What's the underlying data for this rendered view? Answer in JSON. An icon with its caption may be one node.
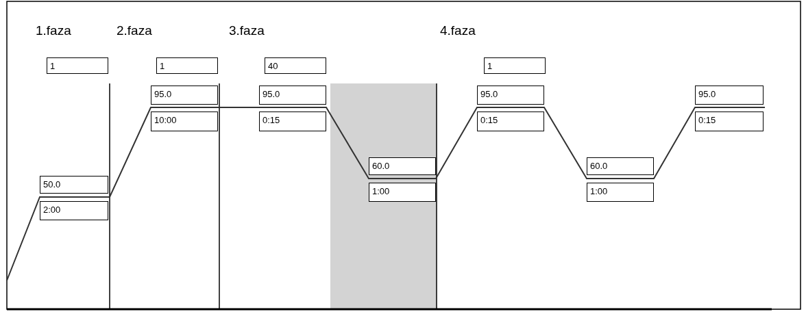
{
  "diagram": {
    "nodes": [
      {
        "text": [
          "1"
        ]
      },
      {
        "text": [
          "1"
        ]
      },
      {
        "text": [
          "40"
        ]
      },
      {
        "text": [
          "1"
        ]
      },
      {
        "text": [
          "50.0"
        ]
      },
      {
        "text": [
          "2:00"
        ]
      },
      {
        "text": [
          "95.0"
        ]
      },
      {
        "text": [
          "10:00"
        ]
      },
      {
        "text": [
          "95.0"
        ]
      },
      {
        "text": [
          "0:15"
        ]
      },
      {
        "text": [
          "60.0"
        ]
      },
      {
        "text": [
          "1:00"
        ]
      },
      {
        "text": [
          "95.0"
        ]
      },
      {
        "text": [
          "0:15"
        ]
      },
      {
        "text": [
          "60.0"
        ]
      },
      {
        "text": [
          "1:00"
        ]
      },
      {
        "text": [
          "95.0"
        ]
      },
      {
        "text": [
          "0:15"
        ]
      }
    ],
    "labels": [
      "1.faza",
      "2.faza",
      "3.faza",
      "4.faza"
    ]
  }
}
